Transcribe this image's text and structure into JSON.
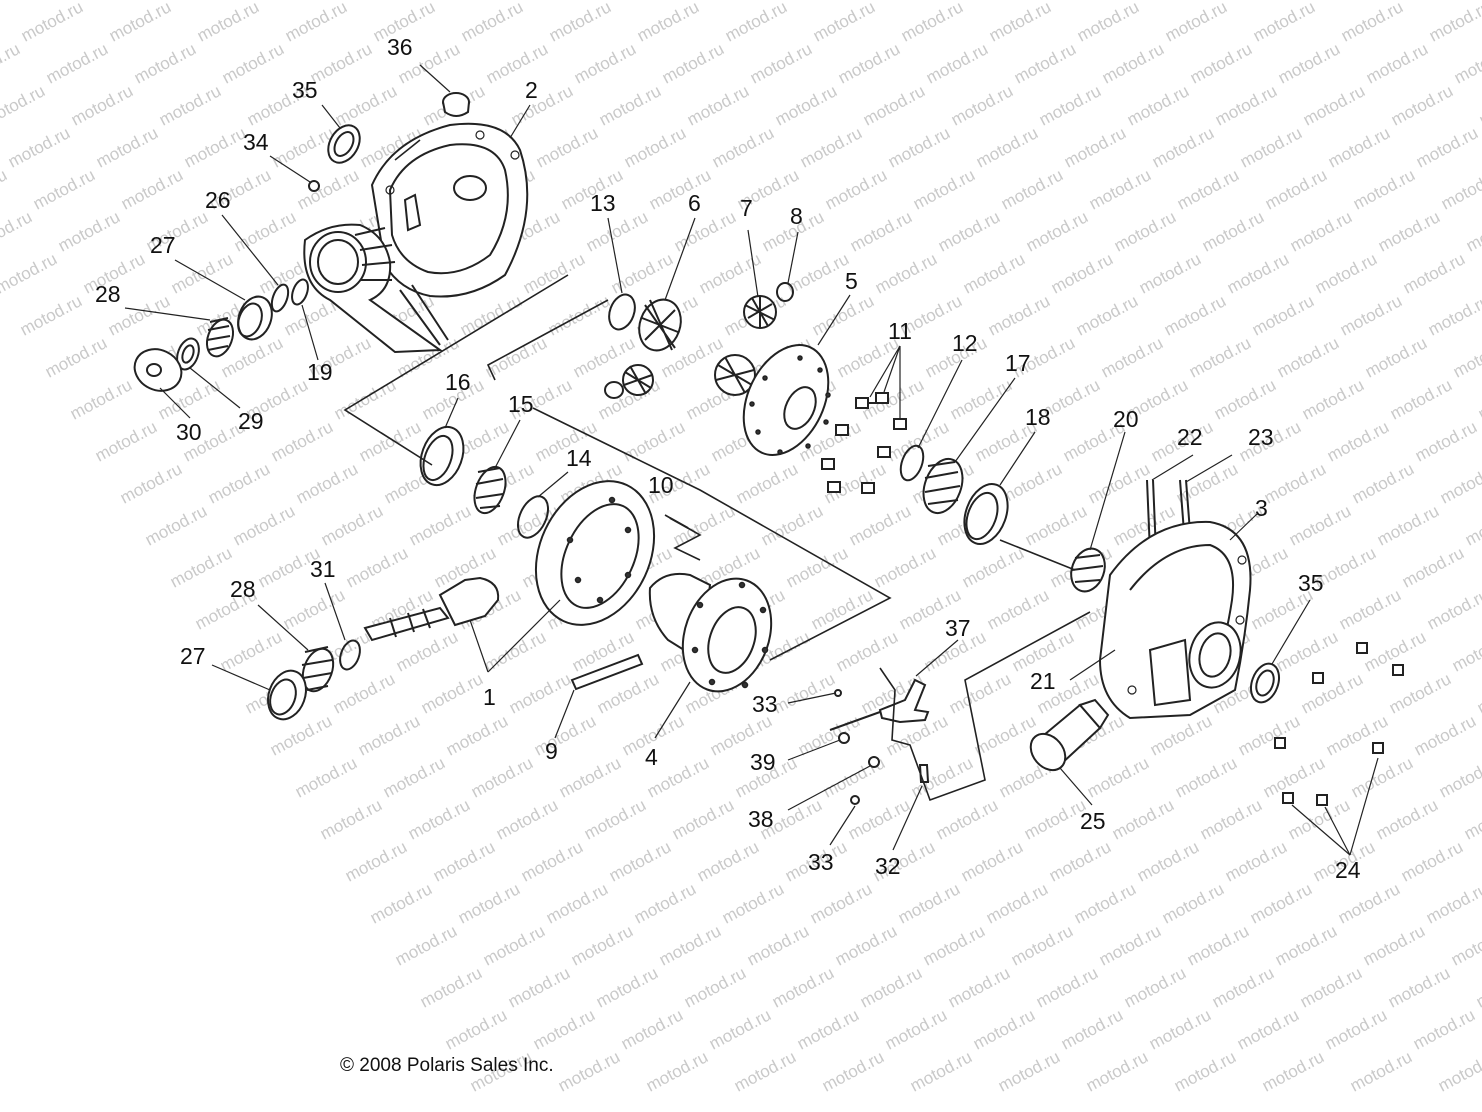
{
  "watermark_text": "motod.ru",
  "copyright": "© 2008 Polaris Sales Inc.",
  "callouts": {
    "n1": "1",
    "n2": "2",
    "n3": "3",
    "n4": "4",
    "n5": "5",
    "n6": "6",
    "n7": "7",
    "n8": "8",
    "n9": "9",
    "n10": "10",
    "n11": "11",
    "n12": "12",
    "n13": "13",
    "n14": "14",
    "n15": "15",
    "n16": "16",
    "n17": "17",
    "n18": "18",
    "n19": "19",
    "n20": "20",
    "n21": "21",
    "n22": "22",
    "n23": "23",
    "n24": "24",
    "n25": "25",
    "n26": "26",
    "n27a": "27",
    "n27b": "27",
    "n28a": "28",
    "n28b": "28",
    "n29": "29",
    "n30": "30",
    "n31": "31",
    "n32": "32",
    "n33a": "33",
    "n33b": "33",
    "n34": "34",
    "n35a": "35",
    "n35b": "35",
    "n36": "36",
    "n37": "37",
    "n38": "38",
    "n39": "39"
  }
}
